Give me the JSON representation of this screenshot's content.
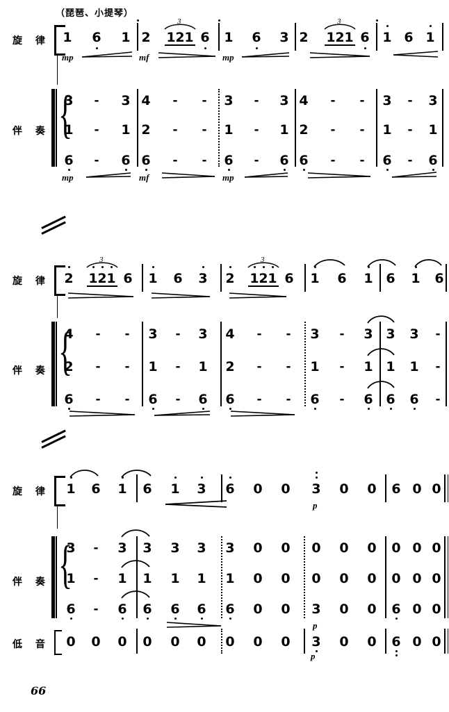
{
  "page": {
    "instrument_caption": "（琵琶、小提琴）",
    "page_number": "66"
  },
  "labels": {
    "melody": "旋 律",
    "accompaniment": "伴 奏",
    "bass": "低 音"
  },
  "dynamics": {
    "mp": "mp",
    "mf": "mf",
    "p": "p"
  },
  "triplet_number": "3",
  "systems": [
    {
      "id": "system-1",
      "staves": [
        {
          "name": "melody",
          "label": "旋 律",
          "measures": [
            {
              "notes": [
                "1",
                "6",
                "1"
              ]
            },
            {
              "notes": [
                "2",
                "1",
                "2",
                "1",
                "6"
              ]
            },
            {
              "notes": [
                "1",
                "6",
                "3"
              ]
            },
            {
              "notes": [
                "2",
                "1",
                "2",
                "1",
                "6"
              ]
            },
            {
              "notes": [
                "1",
                "6",
                "1"
              ]
            }
          ]
        },
        {
          "name": "accompaniment",
          "label": "伴 奏",
          "voices": [
            {
              "measures": [
                [
                  "3",
                  "-",
                  "3"
                ],
                [
                  "4",
                  "-",
                  "-"
                ],
                [
                  "3",
                  "-",
                  "3"
                ],
                [
                  "4",
                  "-",
                  "-"
                ],
                [
                  "3",
                  "-",
                  "3"
                ]
              ]
            },
            {
              "measures": [
                [
                  "1",
                  "-",
                  "1"
                ],
                [
                  "2",
                  "-",
                  "-"
                ],
                [
                  "1",
                  "-",
                  "1"
                ],
                [
                  "2",
                  "-",
                  "-"
                ],
                [
                  "1",
                  "-",
                  "1"
                ]
              ]
            },
            {
              "measures": [
                [
                  "6",
                  "-",
                  "6"
                ],
                [
                  "6",
                  "-",
                  "-"
                ],
                [
                  "6",
                  "-",
                  "6"
                ],
                [
                  "6",
                  "-",
                  "-"
                ],
                [
                  "6",
                  "-",
                  "6"
                ]
              ]
            }
          ]
        }
      ]
    },
    {
      "id": "system-2",
      "staves": [
        {
          "name": "melody",
          "label": "旋 律",
          "measures": [
            {
              "notes": [
                "2",
                "1",
                "2",
                "1",
                "6"
              ]
            },
            {
              "notes": [
                "1",
                "6",
                "3"
              ]
            },
            {
              "notes": [
                "2",
                "1",
                "2",
                "1",
                "6"
              ]
            },
            {
              "notes": [
                "1",
                "6",
                "1"
              ]
            },
            {
              "notes": [
                "6",
                "1",
                "6"
              ]
            }
          ]
        },
        {
          "name": "accompaniment",
          "label": "伴 奏",
          "voices": [
            {
              "measures": [
                [
                  "4",
                  "-",
                  "-"
                ],
                [
                  "3",
                  "-",
                  "3"
                ],
                [
                  "4",
                  "-",
                  "-"
                ],
                [
                  "3",
                  "-",
                  "3"
                ],
                [
                  "3",
                  "3",
                  "-"
                ]
              ]
            },
            {
              "measures": [
                [
                  "2",
                  "-",
                  "-"
                ],
                [
                  "1",
                  "-",
                  "1"
                ],
                [
                  "2",
                  "-",
                  "-"
                ],
                [
                  "1",
                  "-",
                  "1"
                ],
                [
                  "1",
                  "1",
                  "-"
                ]
              ]
            },
            {
              "measures": [
                [
                  "6",
                  "-",
                  "-"
                ],
                [
                  "6",
                  "-",
                  "6"
                ],
                [
                  "6",
                  "-",
                  "-"
                ],
                [
                  "6",
                  "-",
                  "6"
                ],
                [
                  "6",
                  "6",
                  "-"
                ]
              ]
            }
          ]
        }
      ]
    },
    {
      "id": "system-3",
      "staves": [
        {
          "name": "melody",
          "label": "旋 律",
          "measures": [
            {
              "notes": [
                "1",
                "6",
                "1"
              ]
            },
            {
              "notes": [
                "6",
                "1",
                "3"
              ]
            },
            {
              "notes": [
                "6",
                "0",
                "0"
              ]
            },
            {
              "notes": [
                "3",
                "0",
                "0"
              ]
            },
            {
              "notes": [
                "6",
                "0",
                "0"
              ]
            }
          ]
        },
        {
          "name": "accompaniment",
          "label": "伴 奏",
          "voices": [
            {
              "measures": [
                [
                  "3",
                  "-",
                  "3"
                ],
                [
                  "3",
                  "3",
                  "3"
                ],
                [
                  "3",
                  "0",
                  "0"
                ],
                [
                  "0",
                  "0",
                  "0"
                ],
                [
                  "0",
                  "0",
                  "0"
                ]
              ]
            },
            {
              "measures": [
                [
                  "1",
                  "-",
                  "1"
                ],
                [
                  "1",
                  "1",
                  "1"
                ],
                [
                  "1",
                  "0",
                  "0"
                ],
                [
                  "0",
                  "0",
                  "0"
                ],
                [
                  "0",
                  "0",
                  "0"
                ]
              ]
            },
            {
              "measures": [
                [
                  "6",
                  "-",
                  "6"
                ],
                [
                  "6",
                  "6",
                  "6"
                ],
                [
                  "6",
                  "0",
                  "0"
                ],
                [
                  "3",
                  "0",
                  "0"
                ],
                [
                  "6",
                  "0",
                  "0"
                ]
              ]
            }
          ]
        },
        {
          "name": "bass",
          "label": "低 音",
          "measures": [
            {
              "notes": [
                "0",
                "0",
                "0"
              ]
            },
            {
              "notes": [
                "0",
                "0",
                "0"
              ]
            },
            {
              "notes": [
                "0",
                "0",
                "0"
              ]
            },
            {
              "notes": [
                "3",
                "0",
                "0"
              ]
            },
            {
              "notes": [
                "6",
                "0",
                "0"
              ]
            }
          ]
        }
      ]
    }
  ]
}
